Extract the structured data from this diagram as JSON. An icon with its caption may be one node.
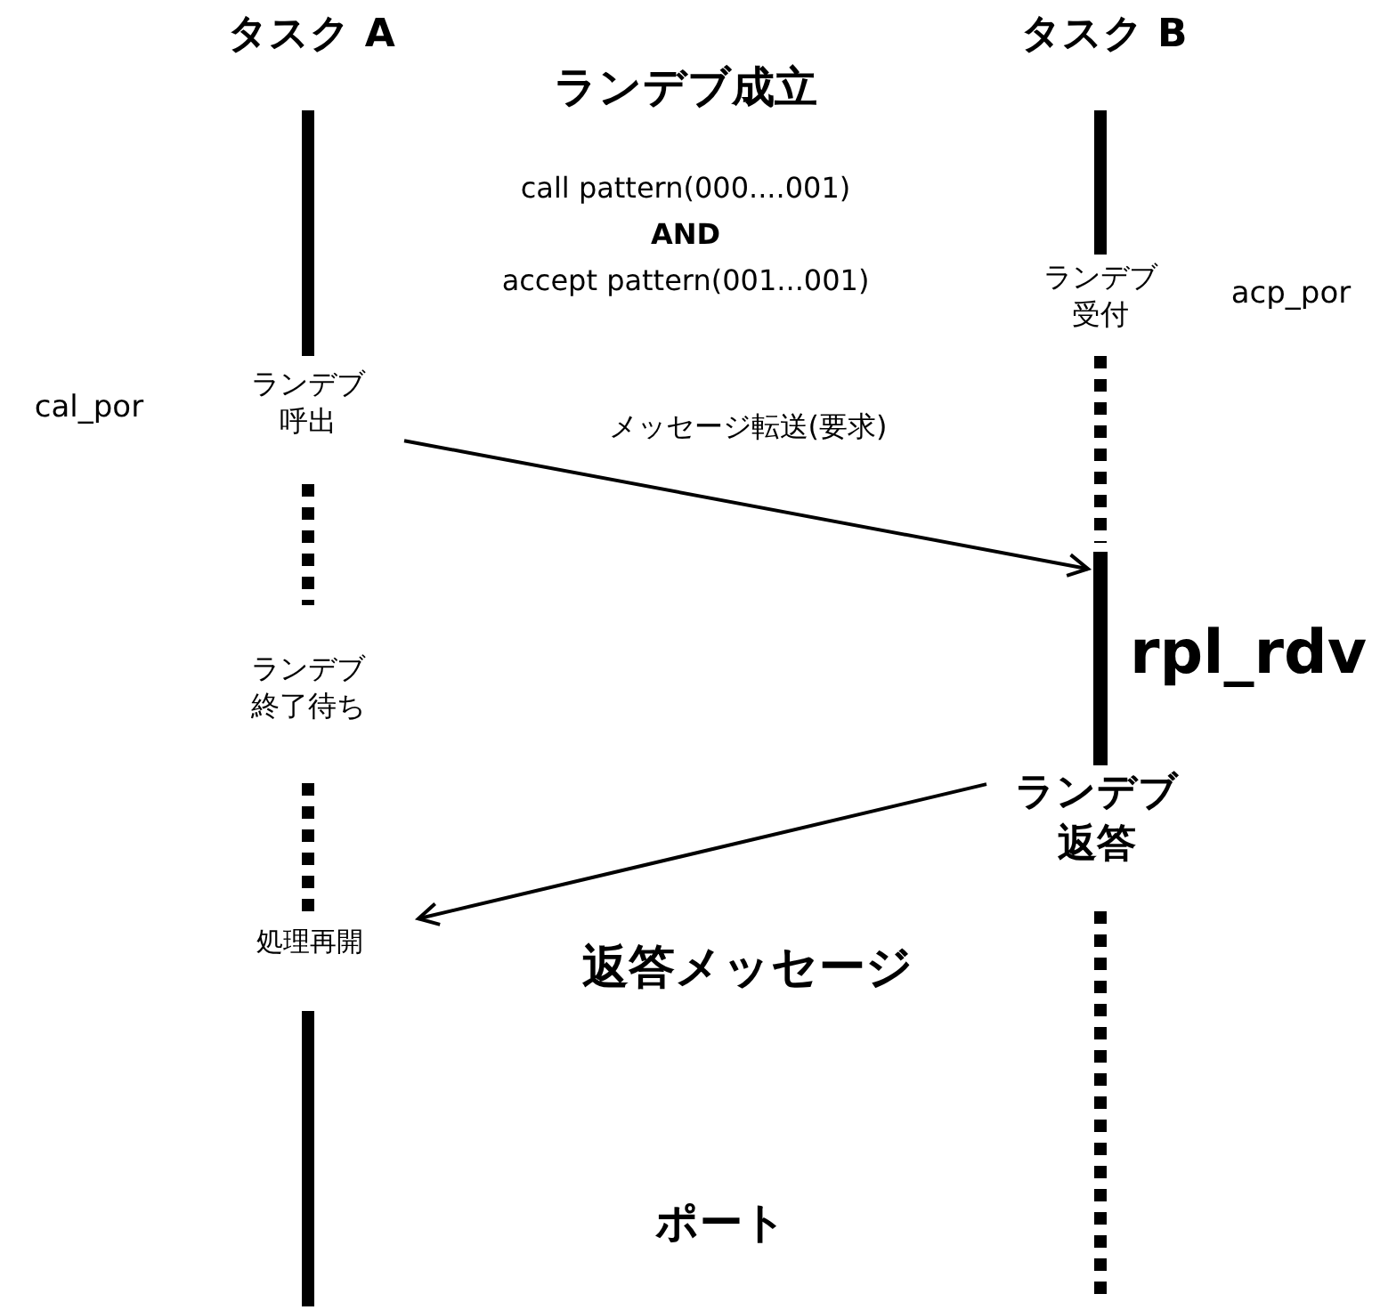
{
  "diagram": {
    "nodes": [
      {
        "text": [
          "ランデブ呼出"
        ]
      },
      {
        "text": [],
        "shape": "bar"
      },
      {
        "text": [
          "ランデブ返答"
        ]
      },
      {
        "text": [
          "処理再開"
        ]
      }
    ],
    "edges": [
      {
        "from": 0,
        "to": 1,
        "arrow": "to",
        "label": "メッセージ転送(要求)"
      },
      {
        "from": 2,
        "to": 3,
        "arrow": "to",
        "label": "返答メッセージ"
      }
    ],
    "labels": [
      "タスク A",
      "タスク B",
      "ランデブ成立",
      "call pattern(000....001)",
      "AND",
      "accept pattern(001...001)",
      "ランデブ受付",
      "acp_por",
      "cal_por",
      "ランデブ終了待ち",
      "rpl_rdv",
      "ポート"
    ]
  }
}
